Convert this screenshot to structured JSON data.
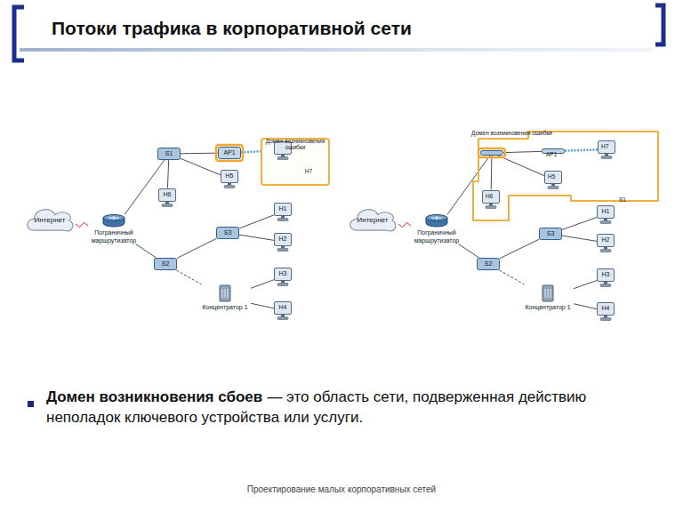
{
  "diagram": {
    "title": "Потоки трафика в корпоративной сети",
    "nodes": [
      {
        "text": [
          "Интернет"
        ]
      },
      {
        "text": [
          "Пограничный маршрутизатор"
        ]
      },
      {
        "text": [
          "S1"
        ]
      },
      {
        "text": [
          "AP1"
        ]
      },
      {
        "text": [
          "Домен возникновения ошибки"
        ]
      },
      {
        "text": [
          "H7"
        ],
        "in": 4
      },
      {
        "text": [
          "H6"
        ]
      },
      {
        "text": [
          "H5"
        ]
      },
      {
        "text": [
          "S3"
        ]
      },
      {
        "text": [
          "H1"
        ]
      },
      {
        "text": [
          "H2"
        ]
      },
      {
        "text": [
          "S2"
        ]
      },
      {
        "text": [
          "H3"
        ]
      },
      {
        "text": [
          "Концентратор 1"
        ]
      },
      {
        "text": [
          "H4"
        ]
      },
      {
        "text": [
          "Интернет"
        ]
      },
      {
        "text": [
          "Пограничный маршрутизатор"
        ]
      },
      {
        "text": [
          "Домен возникновения ошибки"
        ]
      },
      {
        "text": [
          "S1"
        ],
        "in": 17
      },
      {
        "text": [
          "AP1"
        ],
        "in": 17
      },
      {
        "text": [
          "H7"
        ],
        "in": 17
      },
      {
        "text": [
          "H6"
        ],
        "in": 17
      },
      {
        "text": [
          "H5"
        ],
        "in": 17
      },
      {
        "text": [
          "S3"
        ]
      },
      {
        "text": [
          "H1"
        ]
      },
      {
        "text": [
          "H2"
        ]
      },
      {
        "text": [
          "S2"
        ]
      },
      {
        "text": [
          "H3"
        ]
      },
      {
        "text": [
          "Концентратор 1"
        ]
      },
      {
        "text": [
          "H4"
        ]
      }
    ],
    "edges": [
      {
        "from": 0,
        "to": 1,
        "arrow": "none"
      },
      {
        "from": 1,
        "to": 2,
        "arrow": "none"
      },
      {
        "from": 1,
        "to": 11,
        "arrow": "none"
      },
      {
        "from": 2,
        "to": 3,
        "arrow": "none"
      },
      {
        "from": 3,
        "to": 5,
        "arrow": "none"
      },
      {
        "from": 2,
        "to": 6,
        "arrow": "none"
      },
      {
        "from": 2,
        "to": 7,
        "arrow": "none"
      },
      {
        "from": 11,
        "to": 8,
        "arrow": "none"
      },
      {
        "from": 8,
        "to": 9,
        "arrow": "none"
      },
      {
        "from": 8,
        "to": 10,
        "arrow": "none"
      },
      {
        "from": 11,
        "to": 13,
        "arrow": "none"
      },
      {
        "from": 13,
        "to": 12,
        "arrow": "none"
      },
      {
        "from": 13,
        "to": 14,
        "arrow": "none"
      },
      {
        "from": 15,
        "to": 16,
        "arrow": "none"
      },
      {
        "from": 16,
        "to": 18,
        "arrow": "none"
      },
      {
        "from": 16,
        "to": 26,
        "arrow": "none"
      },
      {
        "from": 18,
        "to": 19,
        "arrow": "none"
      },
      {
        "from": 19,
        "to": 20,
        "arrow": "none"
      },
      {
        "from": 18,
        "to": 21,
        "arrow": "none"
      },
      {
        "from": 18,
        "to": 22,
        "arrow": "none"
      },
      {
        "from": 26,
        "to": 23,
        "arrow": "none"
      },
      {
        "from": 23,
        "to": 24,
        "arrow": "none"
      },
      {
        "from": 23,
        "to": 25,
        "arrow": "none"
      },
      {
        "from": 26,
        "to": 28,
        "arrow": "none"
      },
      {
        "from": 28,
        "to": 27,
        "arrow": "none"
      },
      {
        "from": 28,
        "to": 29,
        "arrow": "none"
      }
    ],
    "labels": [
      "Домен возникновения сбоев",
      "— это область сети, подверженная действию неполадок ключевого устройства или услуги.",
      "Проектирование малых корпоративных сетей"
    ]
  }
}
